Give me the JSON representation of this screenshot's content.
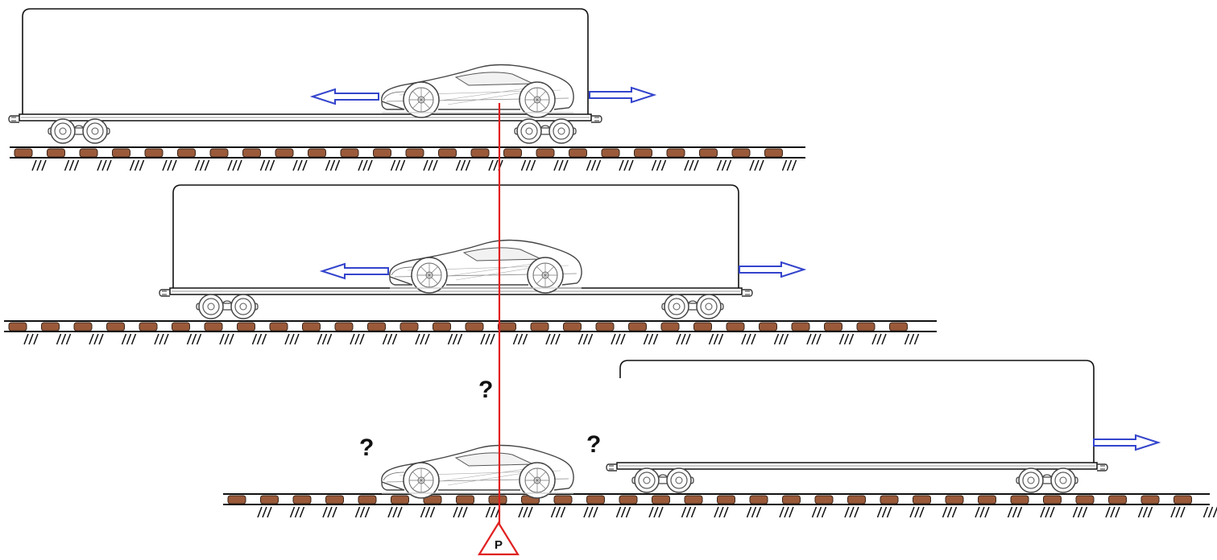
{
  "diagram": {
    "point_label": "P",
    "question_marks": [
      "?",
      "?",
      "?"
    ],
    "icons": [
      "railcar-box",
      "sports-car",
      "rail-track",
      "arrow-left",
      "arrow-right",
      "observer-triangle"
    ],
    "colors": {
      "outline": "#111111",
      "arrow": "#3344cc",
      "sleeper": "#9a5a3a",
      "reference_line": "#e02020"
    }
  }
}
